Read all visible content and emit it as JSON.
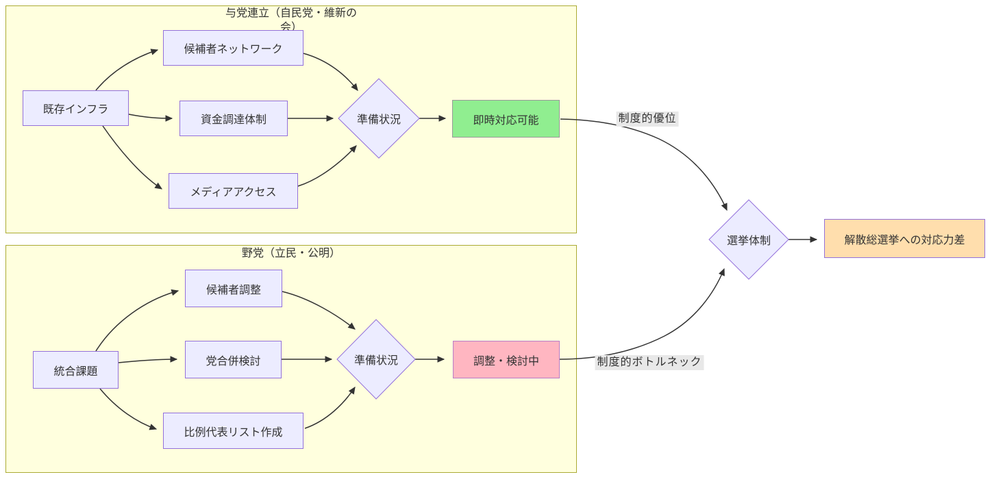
{
  "clusters": {
    "ruling": {
      "lines": [
        "与党連立（自民党・維新の",
        "会）"
      ]
    },
    "opposition": {
      "lines": [
        "野党（立民・公明）"
      ]
    }
  },
  "nodes": {
    "existing_infra": "既存インフラ",
    "candidate_network": "候補者ネットワーク",
    "funding_system": "資金調達体制",
    "media_access": "メディアアクセス",
    "readiness_ruling": "準備状況",
    "immediate_ready": "即時対応可能",
    "integration_issues": "統合課題",
    "candidate_coordination": "候補者調整",
    "party_merger_review": "党合併検討",
    "pr_list_creation": "比例代表リスト作成",
    "readiness_opposition": "準備状況",
    "adjusting_reviewing": "調整・検討中",
    "election_system": "選挙体制",
    "outcome": "解散総選挙への対応力差"
  },
  "edge_labels": {
    "advantage": "制度的優位",
    "bottleneck": "制度的ボトルネック"
  },
  "colors": {
    "cluster_fill": "#ffffde",
    "cluster_border": "#aaaa33",
    "node_fill": "#ececff",
    "node_border": "#9370db",
    "ready_fill": "#90ee90",
    "pending_fill": "#ffb6c1",
    "outcome_fill": "#ffdead",
    "edge_color": "#333333",
    "edge_label_bg": "#e8e8e8",
    "text_color": "#333333"
  }
}
